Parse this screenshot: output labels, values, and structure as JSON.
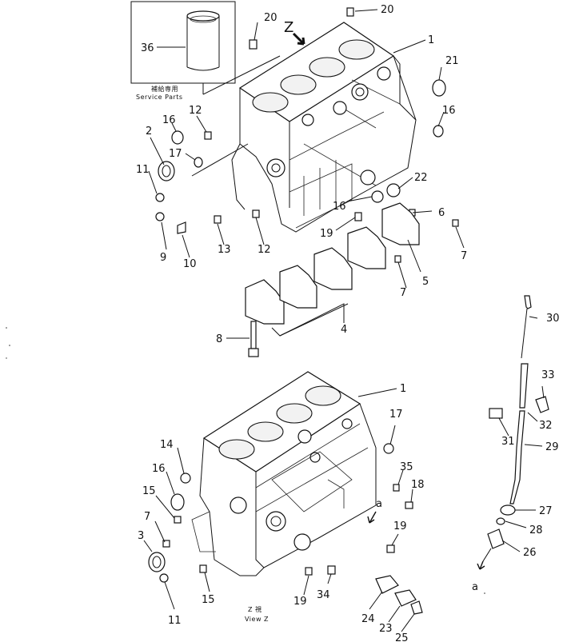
{
  "inset": {
    "title_jp": "補給専用",
    "title_en": "Service Parts"
  },
  "view_label": {
    "jp": "Z 視",
    "en": "View Z"
  },
  "markers": {
    "z": "Z",
    "a_top": "a",
    "a_bottom": "a"
  },
  "callouts": {
    "n1_top": "1",
    "n1_bottom": "1",
    "n2": "2",
    "n3": "3",
    "n4": "4",
    "n5": "5",
    "n6": "6",
    "n7_a": "7",
    "n7_b": "7",
    "n7_c": "7",
    "n8": "8",
    "n9": "9",
    "n10": "10",
    "n11_top": "11",
    "n11_bottom": "11",
    "n12_a": "12",
    "n12_b": "12",
    "n13": "13",
    "n14": "14",
    "n15_a": "15",
    "n15_b": "15",
    "n16_a": "16",
    "n16_b": "16",
    "n16_c": "16",
    "n16_d": "16",
    "n17_a": "17",
    "n17_b": "17",
    "n18": "18",
    "n19_a": "19",
    "n19_b": "19",
    "n19_c": "19",
    "n20_a": "20",
    "n20_b": "20",
    "n21": "21",
    "n22": "22",
    "n23": "23",
    "n24": "24",
    "n25": "25",
    "n26": "26",
    "n27": "27",
    "n28": "28",
    "n29": "29",
    "n30": "30",
    "n31": "31",
    "n32": "32",
    "n33": "33",
    "n34": "34",
    "n35": "35",
    "n36": "36"
  }
}
